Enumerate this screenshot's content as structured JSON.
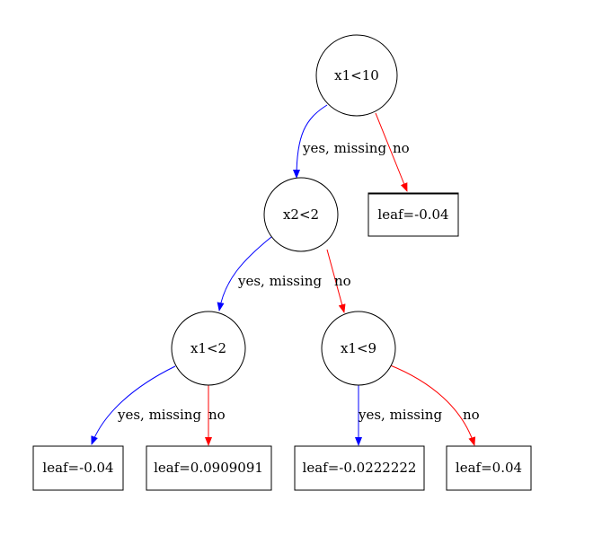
{
  "colors": {
    "yes": "#0000ff",
    "no": "#ff0000"
  },
  "nodes": {
    "n0": {
      "label": "x1<10"
    },
    "n1": {
      "label": "x2<2"
    },
    "n2": {
      "label": "leaf=-0.04"
    },
    "n3": {
      "label": "x1<2"
    },
    "n4": {
      "label": "x1<9"
    },
    "n5": {
      "label": "leaf=-0.04"
    },
    "n6": {
      "label": "leaf=0.0909091"
    },
    "n7": {
      "label": "leaf=-0.0222222"
    },
    "n8": {
      "label": "leaf=0.04"
    }
  },
  "edges": {
    "e01": {
      "label": "yes, missing"
    },
    "e02": {
      "label": "no"
    },
    "e13": {
      "label": "yes, missing"
    },
    "e14": {
      "label": "no"
    },
    "e35": {
      "label": "yes, missing"
    },
    "e36": {
      "label": "no"
    },
    "e47": {
      "label": "yes, missing"
    },
    "e48": {
      "label": "no"
    }
  }
}
